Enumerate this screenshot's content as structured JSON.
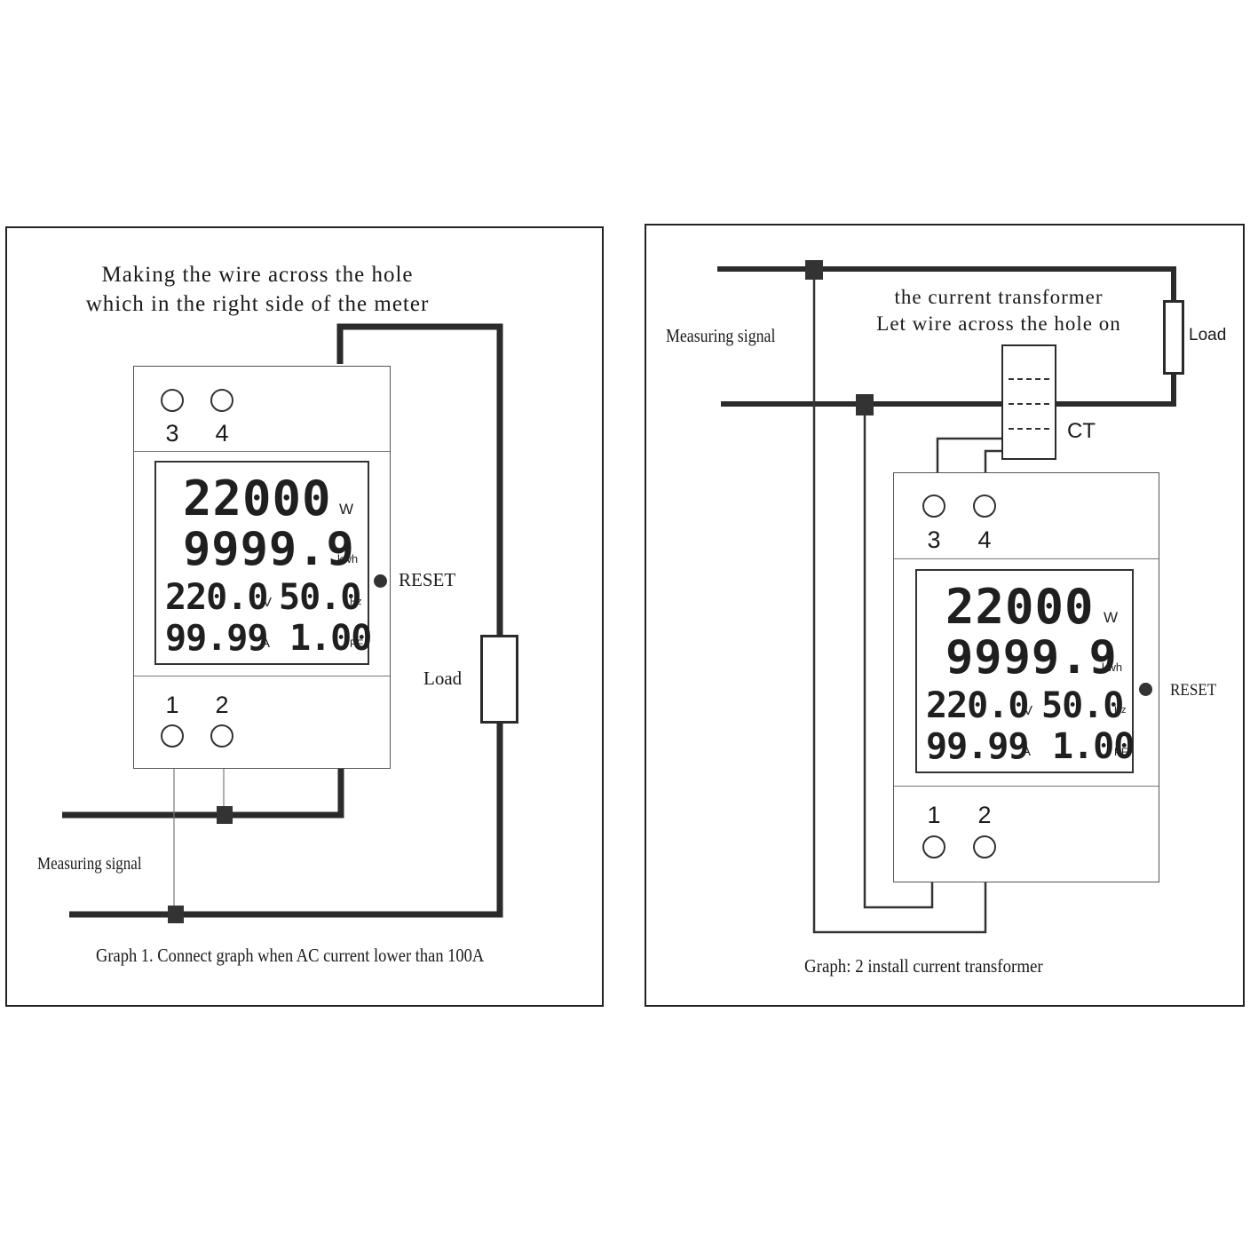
{
  "diagram_left": {
    "caption_line1": "Making the wire across the hole",
    "caption_line2": "which in the right side of the meter",
    "meter": {
      "top_terminals": [
        "3",
        "4"
      ],
      "bottom_terminals": [
        "1",
        "2"
      ],
      "lcd": {
        "power": "22000",
        "power_unit": "W",
        "energy": "9999.9",
        "energy_unit": "kwh",
        "voltage": "220.0",
        "voltage_unit": "V",
        "frequency": "50.0",
        "frequency_unit": "Hz",
        "current": "99.99",
        "current_unit": "A",
        "pf": "1.00",
        "pf_unit": "PF"
      },
      "reset_label": "RESET"
    },
    "load_label": "Load",
    "signal_label": "Measuring signal",
    "bottom_caption": "Graph 1. Connect graph when AC current lower than 100A"
  },
  "diagram_right": {
    "caption_line1": "the current transformer",
    "caption_line2": "Let wire across the hole on",
    "signal_label": "Measuring signal",
    "load_label": "Load",
    "ct_label": "CT",
    "meter": {
      "top_terminals": [
        "3",
        "4"
      ],
      "bottom_terminals": [
        "1",
        "2"
      ],
      "lcd": {
        "power": "22000",
        "power_unit": "W",
        "energy": "9999.9",
        "energy_unit": "kwh",
        "voltage": "220.0",
        "voltage_unit": "V",
        "frequency": "50.0",
        "frequency_unit": "Hz",
        "current": "99.99",
        "current_unit": "A",
        "pf": "1.00",
        "pf_unit": "PF"
      },
      "reset_label": "RESET"
    },
    "bottom_caption": "Graph: 2 install current transformer"
  }
}
